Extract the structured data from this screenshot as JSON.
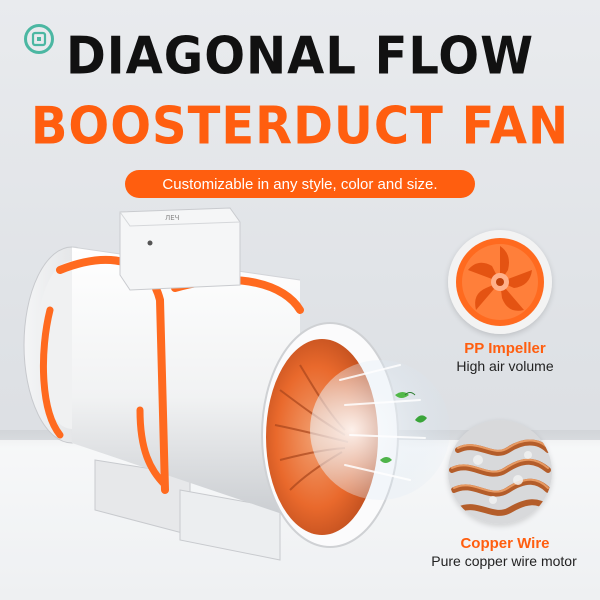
{
  "title_line1": "DIAGONAL FLOW",
  "title_line2": "BOOSTERDUCT FAN",
  "tagline": "Customizable in any style, color and size.",
  "features": [
    {
      "title": "PP Impeller",
      "subtitle": "High air volume",
      "icon": "impeller-icon"
    },
    {
      "title": "Copper Wire",
      "subtitle": "Pure copper wire motor",
      "icon": "copper-coil-icon"
    }
  ],
  "brand_logo_icon": "brand-logo-icon",
  "colors": {
    "accent": "#ff5e0f",
    "title_dark": "#111111",
    "logo": "#4bb7a2"
  }
}
